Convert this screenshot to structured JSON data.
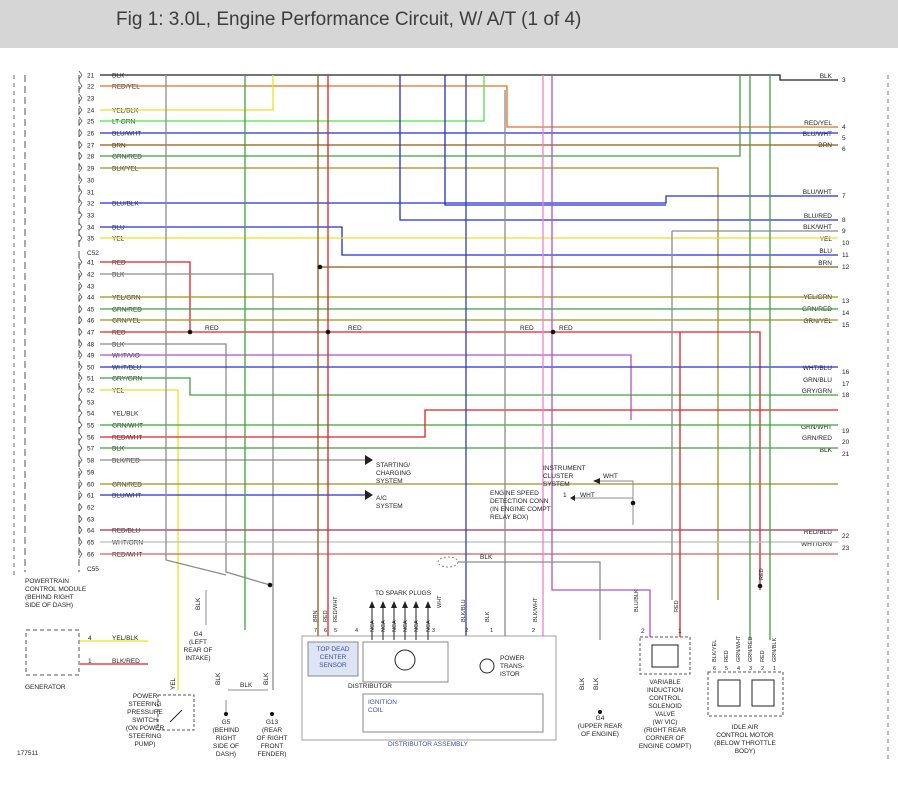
{
  "title": "Fig 1: 3.0L, Engine Performance Circuit, W/ A/T (1 of 4)",
  "figure_id": "177511",
  "colors": {
    "BLK": "#222222",
    "RED": "#e02020",
    "YEL": "#f0e020",
    "GRN": "#40a040",
    "BRN": "#8b5a1a",
    "BLU": "#2030d0",
    "WHT": "#bbbbbb",
    "VIO": "#b050d0",
    "LTGRN": "#50e050",
    "GRY": "#8c8c8c",
    "ORG": "#e07020",
    "OLIVE": "#a09020",
    "PINK": "#f080d0"
  },
  "connectors": {
    "c52": "C52",
    "c55": "C55"
  },
  "pcm_pins": [
    {
      "num": "21",
      "wire": "BLK"
    },
    {
      "num": "22",
      "wire": "RED/YEL"
    },
    {
      "num": "23",
      "wire": ""
    },
    {
      "num": "24",
      "wire": "YEL/BLK"
    },
    {
      "num": "25",
      "wire": "LT GRN"
    },
    {
      "num": "26",
      "wire": "BLU/WHT"
    },
    {
      "num": "27",
      "wire": "BRN"
    },
    {
      "num": "28",
      "wire": "GRN/RED"
    },
    {
      "num": "29",
      "wire": "BLK/YEL"
    },
    {
      "num": "30",
      "wire": ""
    },
    {
      "num": "31",
      "wire": ""
    },
    {
      "num": "32",
      "wire": "BLU/BLK"
    },
    {
      "num": "33",
      "wire": ""
    },
    {
      "num": "34",
      "wire": "BLU"
    },
    {
      "num": "35",
      "wire": "YEL"
    },
    {
      "num": "41",
      "wire": "RED"
    },
    {
      "num": "42",
      "wire": "BLK"
    },
    {
      "num": "43",
      "wire": ""
    },
    {
      "num": "44",
      "wire": "YEL/GRN"
    },
    {
      "num": "45",
      "wire": "GRN/RED"
    },
    {
      "num": "46",
      "wire": "GRN/YEL"
    },
    {
      "num": "47",
      "wire": "RED"
    },
    {
      "num": "48",
      "wire": "BLK"
    },
    {
      "num": "49",
      "wire": "WHT/VIO"
    },
    {
      "num": "50",
      "wire": "WHT/BLU"
    },
    {
      "num": "51",
      "wire": "GRY/GRN"
    },
    {
      "num": "52",
      "wire": "YEL"
    },
    {
      "num": "53",
      "wire": ""
    },
    {
      "num": "54",
      "wire": "YEL/BLK"
    },
    {
      "num": "55",
      "wire": "GRN/WHT"
    },
    {
      "num": "56",
      "wire": "RED/WHT"
    },
    {
      "num": "57",
      "wire": "BLK"
    },
    {
      "num": "58",
      "wire": "BLK/RED"
    },
    {
      "num": "59",
      "wire": ""
    },
    {
      "num": "60",
      "wire": "GRN/RED"
    },
    {
      "num": "61",
      "wire": "BLU/WHT"
    },
    {
      "num": "62",
      "wire": ""
    },
    {
      "num": "63",
      "wire": ""
    },
    {
      "num": "64",
      "wire": "RED/BLU"
    },
    {
      "num": "65",
      "wire": "WHT/GRN"
    },
    {
      "num": "66",
      "wire": "RED/WHT"
    }
  ],
  "right_wires": [
    {
      "num": "3",
      "wire": "BLK"
    },
    {
      "num": "4",
      "wire": "RED/YEL"
    },
    {
      "num": "5",
      "wire": "BLU/WHT"
    },
    {
      "num": "6",
      "wire": "BRN"
    },
    {
      "num": "7",
      "wire": "BLU/WHT"
    },
    {
      "num": "8",
      "wire": "BLU/RED"
    },
    {
      "num": "9",
      "wire": "BLK/WHT"
    },
    {
      "num": "10",
      "wire": "YEL"
    },
    {
      "num": "11",
      "wire": "BLU"
    },
    {
      "num": "12",
      "wire": "BRN"
    },
    {
      "num": "13",
      "wire": "YEL/GRN"
    },
    {
      "num": "14",
      "wire": "GRN/RED"
    },
    {
      "num": "15",
      "wire": "GRN/YEL"
    },
    {
      "num": "16",
      "wire": "WHT/BLU"
    },
    {
      "num": "17",
      "wire": "GRN/BLU"
    },
    {
      "num": "18",
      "wire": "GRY/GRN"
    },
    {
      "num": "19",
      "wire": "GRN/WHT"
    },
    {
      "num": "20",
      "wire": "GRN/RED"
    },
    {
      "num": "21",
      "wire": "BLK"
    },
    {
      "num": "22",
      "wire": "RED/BLU"
    },
    {
      "num": "23",
      "wire": "WHT/GRN"
    }
  ],
  "pcm": {
    "line1": "POWERTRAIN",
    "line2": "CONTROL MODULE",
    "line3": "(BEHIND RIGHT",
    "line4": "SIDE OF DASH)"
  },
  "generator": {
    "label": "GENERATOR",
    "pin4": "4",
    "pin1": "1",
    "wire4": "YEL/BLK",
    "wire1": "BLK/RED"
  },
  "systems": {
    "starting": [
      "STARTING/",
      "CHARGING",
      "SYSTEM"
    ],
    "ac": [
      "A/C",
      "SYSTEM"
    ]
  },
  "instrument": {
    "lines": [
      "INSTRUMENT",
      "CLUSTER",
      "SYSTEM"
    ],
    "wire": "WHT"
  },
  "esd": {
    "lines": [
      "ENGINE SPEED",
      "DETECTION CONN",
      "(IN ENGINE COMPT",
      "RELAY BOX)"
    ],
    "pin": "1",
    "wire": "WHT"
  },
  "splice_labels": {
    "red1": "RED",
    "red2": "RED",
    "red3": "RED",
    "red4": "RED",
    "blk_top": "BLK"
  },
  "grounds": {
    "g4_left": {
      "wire": "BLK",
      "lines": [
        "G4",
        "(LEFT",
        "REAR OF",
        "INTAKE)"
      ]
    },
    "g5": {
      "wire": "BLK",
      "lines": [
        "G5",
        "(BEHIND",
        "RIGHT",
        "SIDE OF",
        "DASH)"
      ]
    },
    "g13": {
      "wire": "BLK",
      "lines": [
        "G13",
        "(REAR",
        "OF RIGHT",
        "FRONT",
        "FENDER)"
      ]
    },
    "g4_upper": {
      "wire": "BLK",
      "lines": [
        "G4",
        "(UPPER REAR",
        "OF ENGINE)"
      ]
    },
    "g5_g13_link": "BLK"
  },
  "ps_switch": {
    "wire": "YEL",
    "lines": [
      "POWER",
      "STEERING",
      "PRESSURE",
      "SWITCH",
      "(ON POWER",
      "STEERING",
      "PUMP)"
    ]
  },
  "distributor": {
    "spark_plugs": "TO SPARK PLUGS",
    "pins": [
      "7",
      "6",
      "5",
      "4",
      "3",
      "2",
      "1",
      "2",
      "3",
      "4",
      "1"
    ],
    "wires": [
      "BRN",
      "RED",
      "RED/WHT",
      "BLK/BLU",
      "BLK",
      "BLK/WHT"
    ],
    "nca": [
      "NCA",
      "NCA",
      "NCA",
      "NCA",
      "NCA",
      "NCA"
    ],
    "wht": "WHT",
    "tdc": [
      "TOP DEAD",
      "CENTER",
      "SENSOR"
    ],
    "power_transistor": [
      "POWER",
      "TRANS-",
      "ISTOR"
    ],
    "distributor_label": "DISTRIBUTOR",
    "ignition": [
      "IGNITION",
      "COIL"
    ],
    "assembly": "DISTRIBUTOR ASSEMBLY"
  },
  "vic": {
    "pin2": "2",
    "pin1": "1",
    "wire2": "BLU/BLK",
    "wire1": "RED",
    "lines": [
      "VARIABLE",
      "INDUCTION",
      "CONTROL",
      "SOLENOID",
      "VALVE",
      "(W/ VIC)",
      "(RIGHT REAR",
      "CORNER OF",
      "ENGINE COMPT)"
    ]
  },
  "iac": {
    "pins": [
      "6",
      "5",
      "4",
      "3",
      "2",
      "1"
    ],
    "wires": [
      "BLK/YEL",
      "RED",
      "GRN/WHT",
      "GRN/RED",
      "RED",
      "GRN/BLK"
    ],
    "lines": [
      "IDLE AIR",
      "CONTROL MOTOR",
      "(BELOW THROTTLE",
      "BODY)"
    ],
    "red_drop": "RED"
  }
}
